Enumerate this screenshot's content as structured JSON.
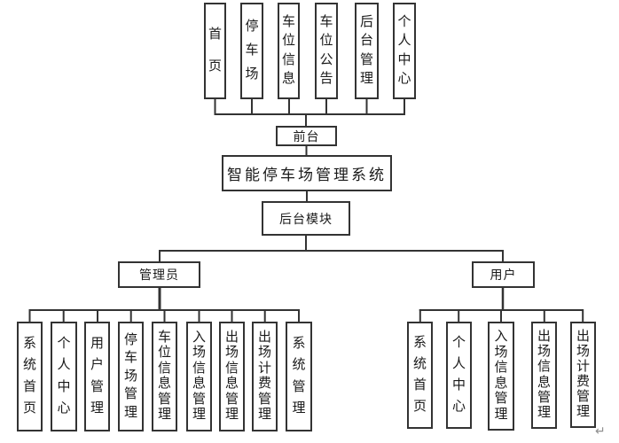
{
  "diagram_title": "智能停车场管理系统",
  "nodes": {
    "frontend": "前台",
    "system": "智能停车场管理系统",
    "backend_module": "后台模块",
    "admin_role": "管理员",
    "user_role": "用户"
  },
  "top_menu": [
    "首页",
    "停车场",
    "车位信息",
    "车位公告",
    "后台管理",
    "个人中心"
  ],
  "admin_children": [
    "系统首页",
    "个人中心",
    "用户管理",
    "停车场管理",
    "车位信息管理",
    "入场信息管理",
    "出场信息管理",
    "出场计费管理",
    "系统管理"
  ],
  "user_children": [
    "系统首页",
    "个人中心",
    "入场信息管理",
    "出场信息管理",
    "出场计费管理"
  ],
  "artifacts": {
    "return_mark": "↵"
  },
  "colors": {
    "line": "#333333",
    "background": "#ffffff",
    "text": "#1a1a1a",
    "return_mark": "#8f8f8f"
  }
}
